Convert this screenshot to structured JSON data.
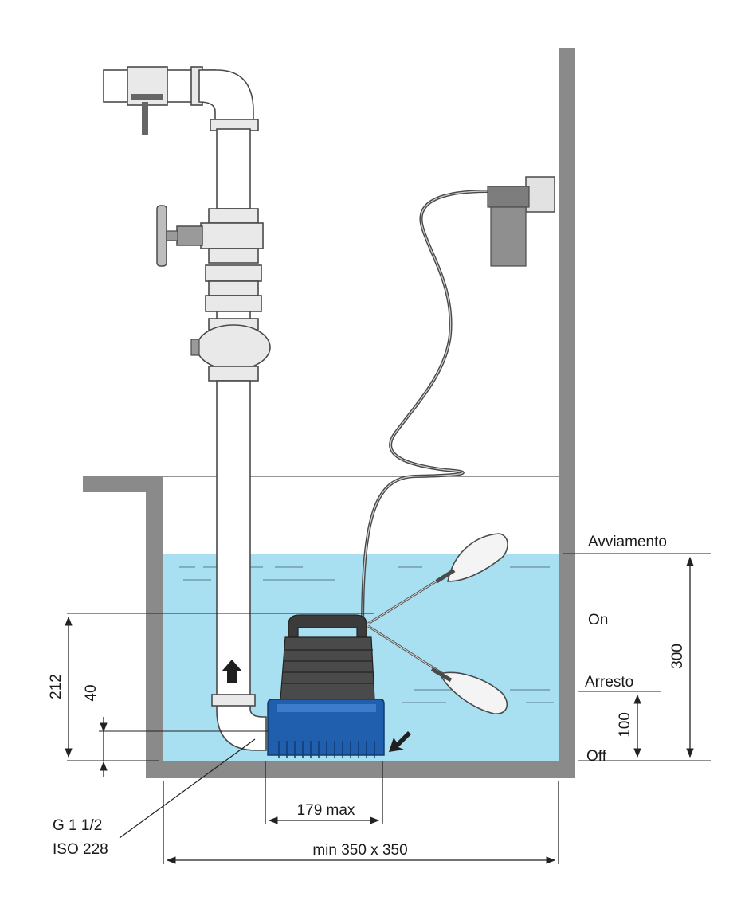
{
  "labels": {
    "level_start": "Avviamento",
    "level_on": "On",
    "level_stop": "Arresto",
    "level_off": "Off",
    "thread_line1": "G 1 1/2",
    "thread_line2": "ISO 228"
  },
  "dimensions": {
    "height_212": "212",
    "height_40": "40",
    "height_100": "100",
    "height_300": "300",
    "width_pump": "179 max",
    "width_sump": "min 350 x 350"
  },
  "colors": {
    "water": "#a8e0f2",
    "wall": "#8a8a8a",
    "pump_blue": "#1f5fae",
    "pump_dark": "#3b3b3b"
  },
  "icons": {
    "flow_up": "arrow-up-icon",
    "flow_in": "arrow-inflow-icon"
  }
}
